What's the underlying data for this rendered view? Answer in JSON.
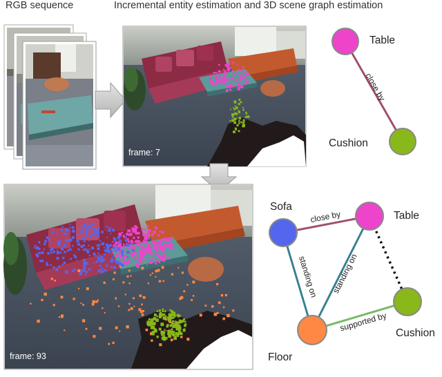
{
  "headers": {
    "rgb_sequence": "RGB sequence",
    "estimation": "Incremental entity estimation and 3D scene graph estimation"
  },
  "frames": {
    "top": "frame: 7",
    "bottom": "frame: 93"
  },
  "top_graph": {
    "nodes": {
      "table": "Table",
      "cushion": "Cushion"
    },
    "edges": {
      "table_cushion": "close by"
    }
  },
  "bottom_graph": {
    "nodes": {
      "sofa": "Sofa",
      "table": "Table",
      "cushion": "Cushion",
      "floor": "Floor"
    },
    "edges": {
      "sofa_table": "close by",
      "sofa_floor": "standing on",
      "table_floor": "standing on",
      "floor_cushion": "supported by"
    }
  },
  "colors": {
    "table": "#ee44cc",
    "cushion": "#88b81a",
    "sofa": "#5566ee",
    "floor": "#ff8844",
    "edge_close_by": "#a0506a",
    "edge_standing_on": "#3a8090",
    "edge_supported_by": "#77bb66",
    "arrow": "#c8c8c8"
  }
}
